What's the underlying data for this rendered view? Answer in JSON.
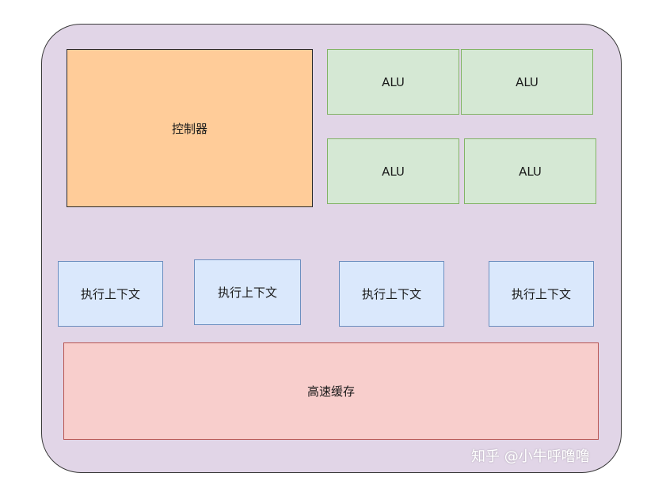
{
  "diagram": {
    "controller": "控制器",
    "alus": [
      "ALU",
      "ALU",
      "ALU",
      "ALU"
    ],
    "contexts": [
      "执行上下文",
      "执行上下文",
      "执行上下文",
      "执行上下文"
    ],
    "cache": "高速缓存"
  },
  "watermark": "知乎 @小牛呼噜噜",
  "colors": {
    "outer": "#e1d5e7",
    "controller": "#ffcc99",
    "alu": "#d5e8d4",
    "context": "#dae8fc",
    "cache": "#f8cecc"
  }
}
